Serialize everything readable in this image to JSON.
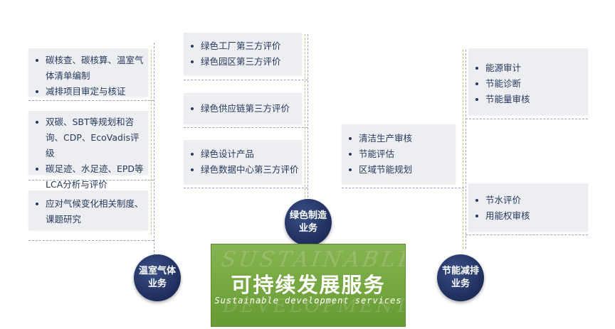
{
  "center": {
    "title": "可持续发展服务",
    "subtitle": "Sustainable development services",
    "watermark_top": "SUSTAINABLE",
    "watermark_bottom": "DEVELOPMENT"
  },
  "categories": {
    "greenhouse": "温室气体业务",
    "green_manufacturing": "绿色制造业务",
    "energy_saving": "节能减排业务"
  },
  "greenhouse_boxes": [
    {
      "items": [
        "碳核查、碳核算、温室气体清单编制",
        "减排项目审定与核证"
      ]
    },
    {
      "items": [
        "双碳、SBT等规划和咨询、CDP、EcoVadis评级",
        "碳足迹、水足迹、EPD等LCA分析与评价"
      ]
    },
    {
      "items": [
        "应对气候变化相关制度、课题研究"
      ]
    }
  ],
  "manufacturing_boxes": [
    {
      "items": [
        "绿色工厂第三方评价",
        "绿色园区第三方评价"
      ]
    },
    {
      "items": [
        "绿色供应链第三方评价"
      ]
    },
    {
      "items": [
        "绿色设计产品",
        "绿色数据中心第三方评价"
      ]
    }
  ],
  "energy_boxes": [
    {
      "items": [
        "清洁生产审核",
        "节能评估",
        "区域节能规划"
      ]
    },
    {
      "items": [
        "能源审计",
        "节能诊断",
        "节能量审核"
      ]
    },
    {
      "items": [
        "节水评价",
        "用能权审核"
      ]
    }
  ],
  "colors": {
    "navy": "#1e2e5c",
    "green": "#75a63f",
    "box_bg": "#eceef2",
    "text": "#27385e"
  }
}
